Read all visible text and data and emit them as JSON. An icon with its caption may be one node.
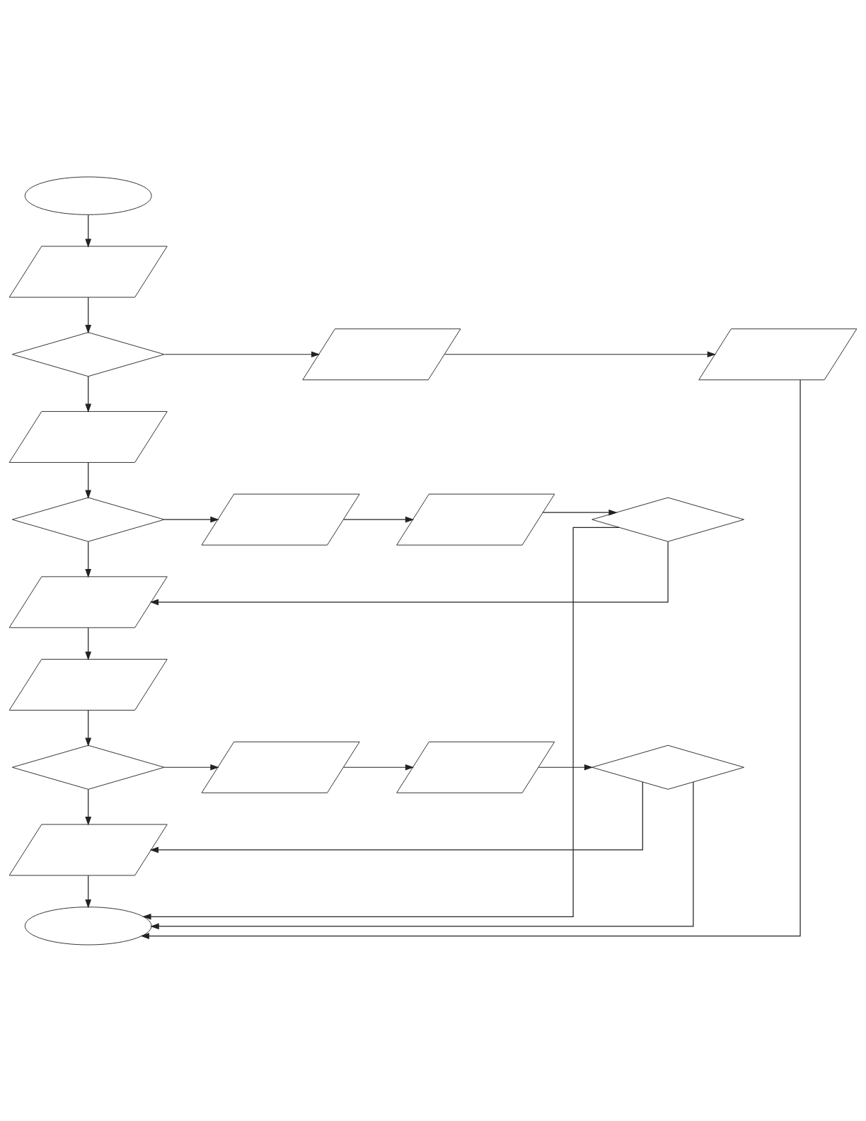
{
  "diagram": {
    "nodes": [
      {
        "text": [],
        "shape": "oval"
      },
      {
        "text": [],
        "shape": "parallelogram"
      },
      {
        "text": [],
        "shape": "diamond"
      },
      {
        "text": [],
        "shape": "parallelogram"
      },
      {
        "text": [],
        "shape": "parallelogram"
      },
      {
        "text": [],
        "shape": "parallelogram"
      },
      {
        "text": [],
        "shape": "diamond"
      },
      {
        "text": [],
        "shape": "parallelogram"
      },
      {
        "text": [],
        "shape": "parallelogram"
      },
      {
        "text": [],
        "shape": "diamond"
      },
      {
        "text": [],
        "shape": "parallelogram"
      },
      {
        "text": [],
        "shape": "parallelogram"
      },
      {
        "text": [],
        "shape": "diamond"
      },
      {
        "text": [],
        "shape": "parallelogram"
      },
      {
        "text": [],
        "shape": "parallelogram"
      },
      {
        "text": [],
        "shape": "diamond"
      },
      {
        "text": [],
        "shape": "parallelogram"
      },
      {
        "text": [],
        "shape": "oval"
      }
    ],
    "edges": [
      {
        "from": 0,
        "to": 1,
        "arrow": "to"
      },
      {
        "from": 1,
        "to": 2,
        "arrow": "to"
      },
      {
        "from": 2,
        "to": 3,
        "arrow": "to"
      },
      {
        "from": 3,
        "to": 4,
        "arrow": "to"
      },
      {
        "from": 4,
        "to": 17,
        "arrow": "to"
      },
      {
        "from": 2,
        "to": 5,
        "arrow": "to"
      },
      {
        "from": 5,
        "to": 6,
        "arrow": "to"
      },
      {
        "from": 6,
        "to": 7,
        "arrow": "to"
      },
      {
        "from": 7,
        "to": 8,
        "arrow": "to"
      },
      {
        "from": 8,
        "to": 9,
        "arrow": "to"
      },
      {
        "from": 9,
        "to": 17,
        "arrow": "to"
      },
      {
        "from": 6,
        "to": 10,
        "arrow": "to"
      },
      {
        "from": 9,
        "to": 10,
        "arrow": "to"
      },
      {
        "from": 10,
        "to": 11,
        "arrow": "to"
      },
      {
        "from": 11,
        "to": 12,
        "arrow": "to"
      },
      {
        "from": 12,
        "to": 13,
        "arrow": "to"
      },
      {
        "from": 13,
        "to": 14,
        "arrow": "to"
      },
      {
        "from": 14,
        "to": 15,
        "arrow": "to"
      },
      {
        "from": 15,
        "to": 17,
        "arrow": "to"
      },
      {
        "from": 12,
        "to": 16,
        "arrow": "to"
      },
      {
        "from": 15,
        "to": 16,
        "arrow": "to"
      },
      {
        "from": 16,
        "to": 17,
        "arrow": "to"
      }
    ]
  }
}
